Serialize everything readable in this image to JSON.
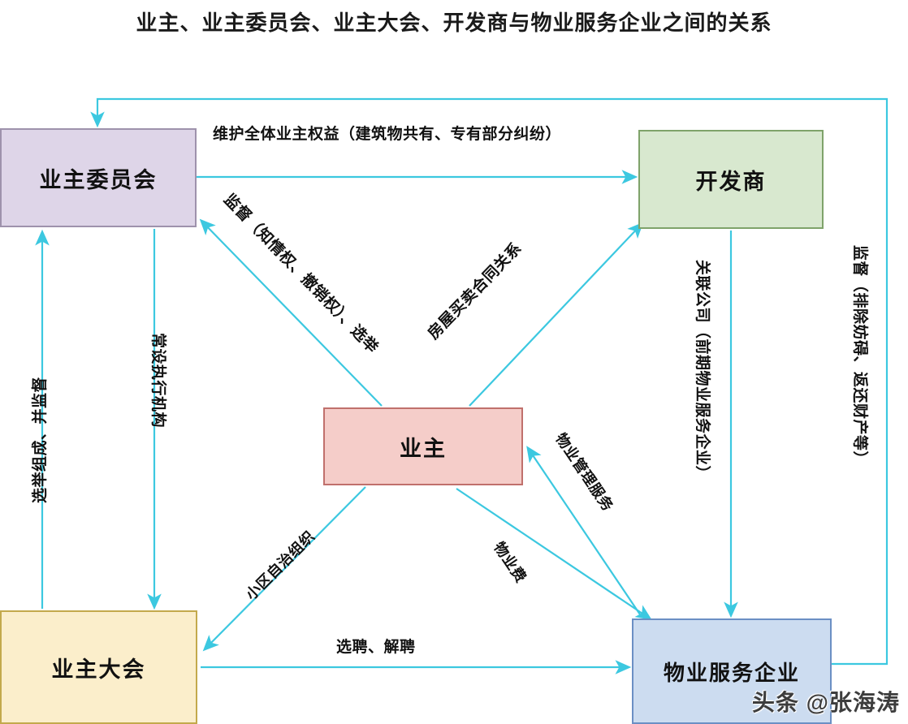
{
  "title": "业主、业主委员会、业主大会、开发商与物业服务企业之间的关系",
  "colors": {
    "connector": "#3cc8e0",
    "committee_fill": "#ded5e8",
    "committee_stroke": "#9e92ac",
    "developer_fill": "#d8e8cf",
    "developer_stroke": "#7fa36a",
    "owner_fill": "#f5cdc9",
    "owner_stroke": "#c0706c",
    "assembly_fill": "#fbeecb",
    "assembly_stroke": "#c3a94c",
    "property_fill": "#ccdcf0",
    "property_stroke": "#6b8fc4"
  },
  "nodes": {
    "committee": "业主委员会",
    "developer": "开发商",
    "owner": "业主",
    "assembly": "业主大会",
    "property": "物业服务企业"
  },
  "edges": {
    "committee_to_developer": "维护全体业主权益（建筑物共有、专有部分纠纷）",
    "owner_to_committee": "监督（知情权、撤销权）、选举",
    "owner_to_developer": "房屋买卖合同关系",
    "assembly_to_committee": "选举组成、并监督",
    "committee_to_assembly": "常设执行机构",
    "developer_to_property": "关联公司（前期物业服务企业）",
    "owner_to_developer_right": "监督（排除妨碍、返还财产等）",
    "owner_to_assembly": "小区自治组织",
    "property_to_owner": "物业管理服务",
    "owner_to_property": "物业费",
    "assembly_to_property": "选聘、解聘"
  },
  "watermark": "头条 @张海涛"
}
